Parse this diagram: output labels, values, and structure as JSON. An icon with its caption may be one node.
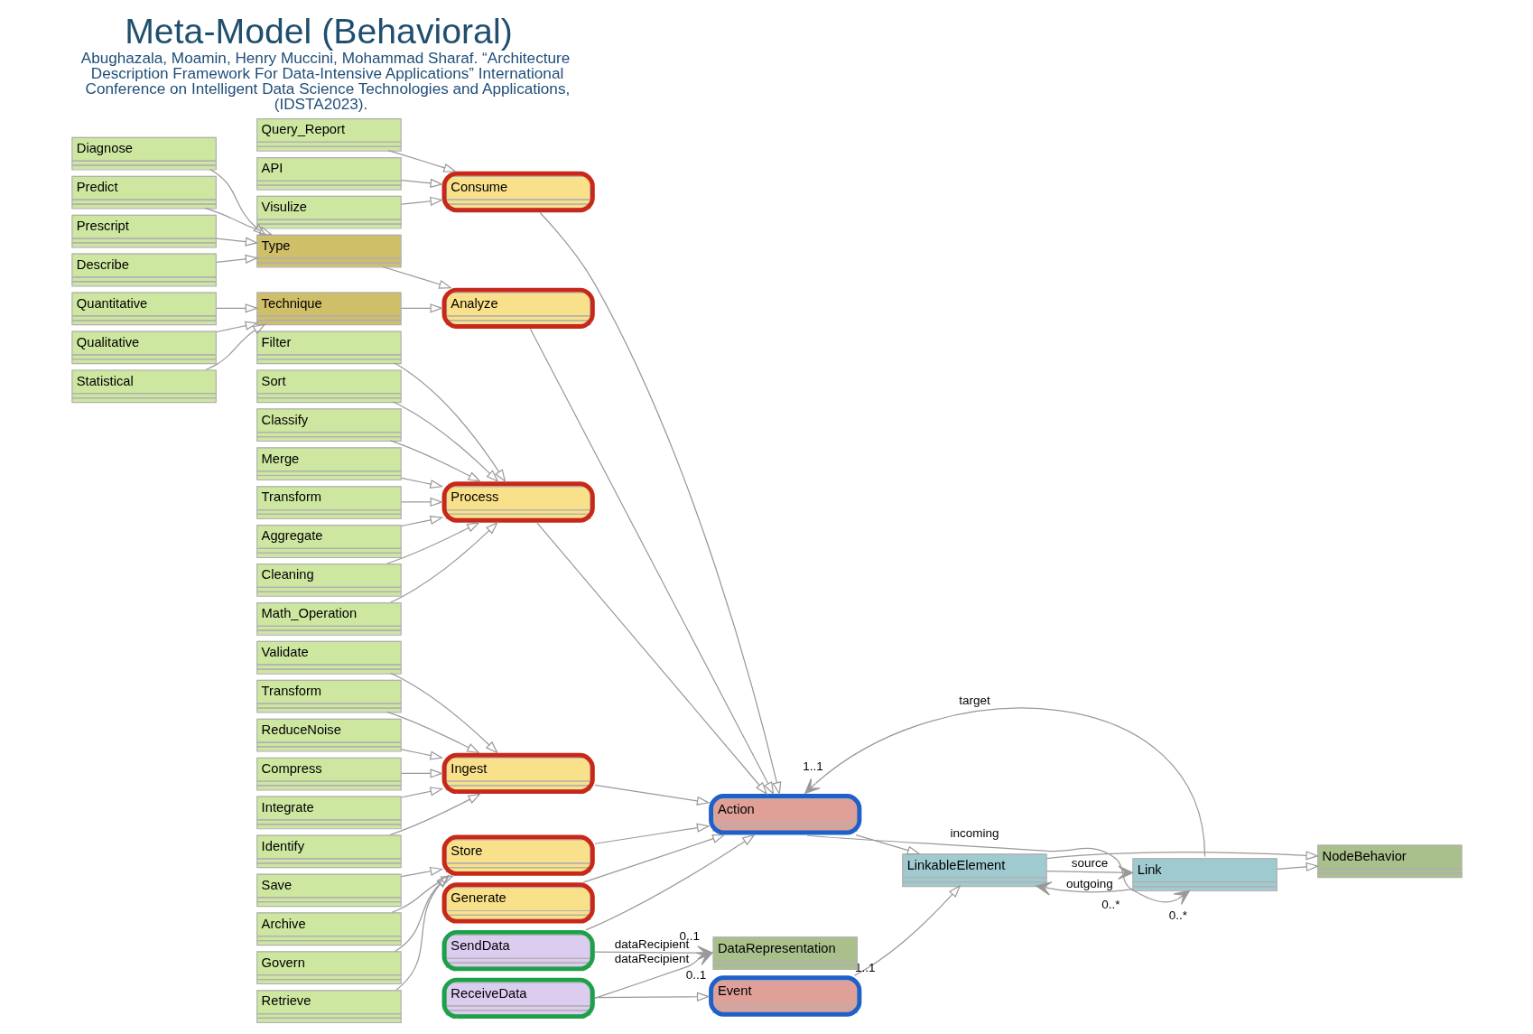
{
  "diagram": {
    "title": "Meta-Model (Behavioral)",
    "caption": "Abughazala, Moamin, Henry Muccini, Mohammad Sharaf. “Architecture Description Framework For Data-Intensive Applications” International Conference on Intelligent Data Science Technologies and Applications, (IDSTA2023).",
    "nodes": [
      {
        "text": [
          "Classify"
        ]
      },
      {
        "text": [
          "Filter"
        ]
      },
      {
        "text": [
          "Sort"
        ]
      },
      {
        "text": [
          "Merge"
        ]
      },
      {
        "text": [
          "Transform"
        ]
      },
      {
        "text": [
          "Aggregate"
        ]
      },
      {
        "text": [
          "Cleaning"
        ]
      },
      {
        "text": [
          "Math_Operation"
        ]
      },
      {
        "text": [
          "Identify"
        ]
      },
      {
        "text": [
          "Validate"
        ]
      },
      {
        "text": [
          "Transform"
        ]
      },
      {
        "text": [
          "ReduceNoise"
        ]
      },
      {
        "text": [
          "Compress"
        ]
      },
      {
        "text": [
          "Integrate"
        ]
      },
      {
        "text": [
          "Ingest"
        ]
      },
      {
        "text": [
          "Generate"
        ]
      },
      {
        "text": [
          "NodeBehavior"
        ]
      },
      {
        "text": [
          "LinkableElement"
        ]
      },
      {
        "text": [
          "Process"
        ]
      },
      {
        "text": [
          "Action"
        ]
      },
      {
        "text": [
          "Link"
        ]
      },
      {
        "text": [
          "Event"
        ]
      },
      {
        "text": [
          "Store"
        ]
      },
      {
        "text": [
          "SendData"
        ]
      },
      {
        "text": [
          "DataRepresentation"
        ]
      },
      {
        "text": [
          "ReceiveData"
        ]
      },
      {
        "text": [
          "Consume"
        ]
      },
      {
        "text": [
          "Analyze"
        ]
      },
      {
        "text": [
          "Technique"
        ]
      },
      {
        "text": [
          "Quantitative"
        ]
      },
      {
        "text": [
          "Qualitative"
        ]
      },
      {
        "text": [
          "Statistical"
        ]
      },
      {
        "text": [
          "Retrieve"
        ]
      },
      {
        "text": [
          "Save"
        ]
      },
      {
        "text": [
          "Archive"
        ]
      },
      {
        "text": [
          "Govern"
        ]
      },
      {
        "text": [
          "Visulize"
        ]
      },
      {
        "text": [
          "Query_Report"
        ]
      },
      {
        "text": [
          "API"
        ]
      },
      {
        "text": [
          "Type"
        ]
      },
      {
        "text": [
          "Describe"
        ]
      },
      {
        "text": [
          "Diagnose"
        ]
      },
      {
        "text": [
          "Predict"
        ]
      },
      {
        "text": [
          "Prescript"
        ]
      }
    ],
    "edges": [
      {
        "from": 0,
        "to": 18,
        "arrow": "to"
      },
      {
        "from": 1,
        "to": 18,
        "arrow": "to"
      },
      {
        "from": 2,
        "to": 18,
        "arrow": "to"
      },
      {
        "from": 3,
        "to": 18,
        "arrow": "to"
      },
      {
        "from": 4,
        "to": 18,
        "arrow": "to"
      },
      {
        "from": 5,
        "to": 18,
        "arrow": "to"
      },
      {
        "from": 6,
        "to": 18,
        "arrow": "to"
      },
      {
        "from": 7,
        "to": 18,
        "arrow": "to"
      },
      {
        "from": 8,
        "to": 14,
        "arrow": "to"
      },
      {
        "from": 9,
        "to": 14,
        "arrow": "to"
      },
      {
        "from": 10,
        "to": 14,
        "arrow": "to"
      },
      {
        "from": 11,
        "to": 14,
        "arrow": "to"
      },
      {
        "from": 12,
        "to": 14,
        "arrow": "to"
      },
      {
        "from": 13,
        "to": 14,
        "arrow": "to"
      },
      {
        "from": 14,
        "to": 19,
        "arrow": "to"
      },
      {
        "from": 18,
        "to": 19,
        "arrow": "to"
      },
      {
        "from": 22,
        "to": 19,
        "arrow": "to"
      },
      {
        "from": 26,
        "to": 19,
        "arrow": "to"
      },
      {
        "from": 27,
        "to": 19,
        "arrow": "to"
      },
      {
        "from": 15,
        "to": 19,
        "arrow": "to"
      },
      {
        "from": 19,
        "to": 17,
        "arrow": "to"
      },
      {
        "from": 17,
        "to": 16,
        "arrow": "to"
      },
      {
        "from": 20,
        "to": 16,
        "arrow": "to"
      },
      {
        "from": 21,
        "to": 17,
        "arrow": "to"
      },
      {
        "from": 23,
        "to": 19,
        "arrow": "to"
      },
      {
        "from": 25,
        "to": 21,
        "arrow": "to"
      },
      {
        "from": 20,
        "to": 19,
        "arrow": "to",
        "label": "target"
      },
      {
        "from": 19,
        "to": 20,
        "arrow": "to",
        "label": "incoming"
      },
      {
        "from": 20,
        "to": 17,
        "arrow": "to",
        "label": "outgoing"
      },
      {
        "from": 17,
        "to": 20,
        "arrow": "to",
        "label": "source"
      },
      {
        "from": 23,
        "to": 24,
        "arrow": "to",
        "label": "dataRecipient"
      },
      {
        "from": 25,
        "to": 24,
        "arrow": "to",
        "label": "dataRecipient"
      },
      {
        "from": 32,
        "to": 22,
        "arrow": "to"
      },
      {
        "from": 33,
        "to": 22,
        "arrow": "to"
      },
      {
        "from": 34,
        "to": 22,
        "arrow": "to"
      },
      {
        "from": 35,
        "to": 22,
        "arrow": "to"
      },
      {
        "from": 36,
        "to": 26,
        "arrow": "to"
      },
      {
        "from": 37,
        "to": 26,
        "arrow": "to"
      },
      {
        "from": 38,
        "to": 26,
        "arrow": "to"
      },
      {
        "from": 28,
        "to": 27,
        "arrow": "to"
      },
      {
        "from": 29,
        "to": 28,
        "arrow": "to"
      },
      {
        "from": 30,
        "to": 28,
        "arrow": "to"
      },
      {
        "from": 31,
        "to": 28,
        "arrow": "to"
      },
      {
        "from": 39,
        "to": 27,
        "arrow": "to"
      },
      {
        "from": 40,
        "to": 39,
        "arrow": "to"
      },
      {
        "from": 41,
        "to": 39,
        "arrow": "to"
      },
      {
        "from": 42,
        "to": 39,
        "arrow": "to"
      },
      {
        "from": 43,
        "to": 39,
        "arrow": "to"
      }
    ],
    "labels": [
      "0..*",
      "1..1",
      "1..1",
      "0..*",
      "0..1",
      "0..1"
    ]
  }
}
